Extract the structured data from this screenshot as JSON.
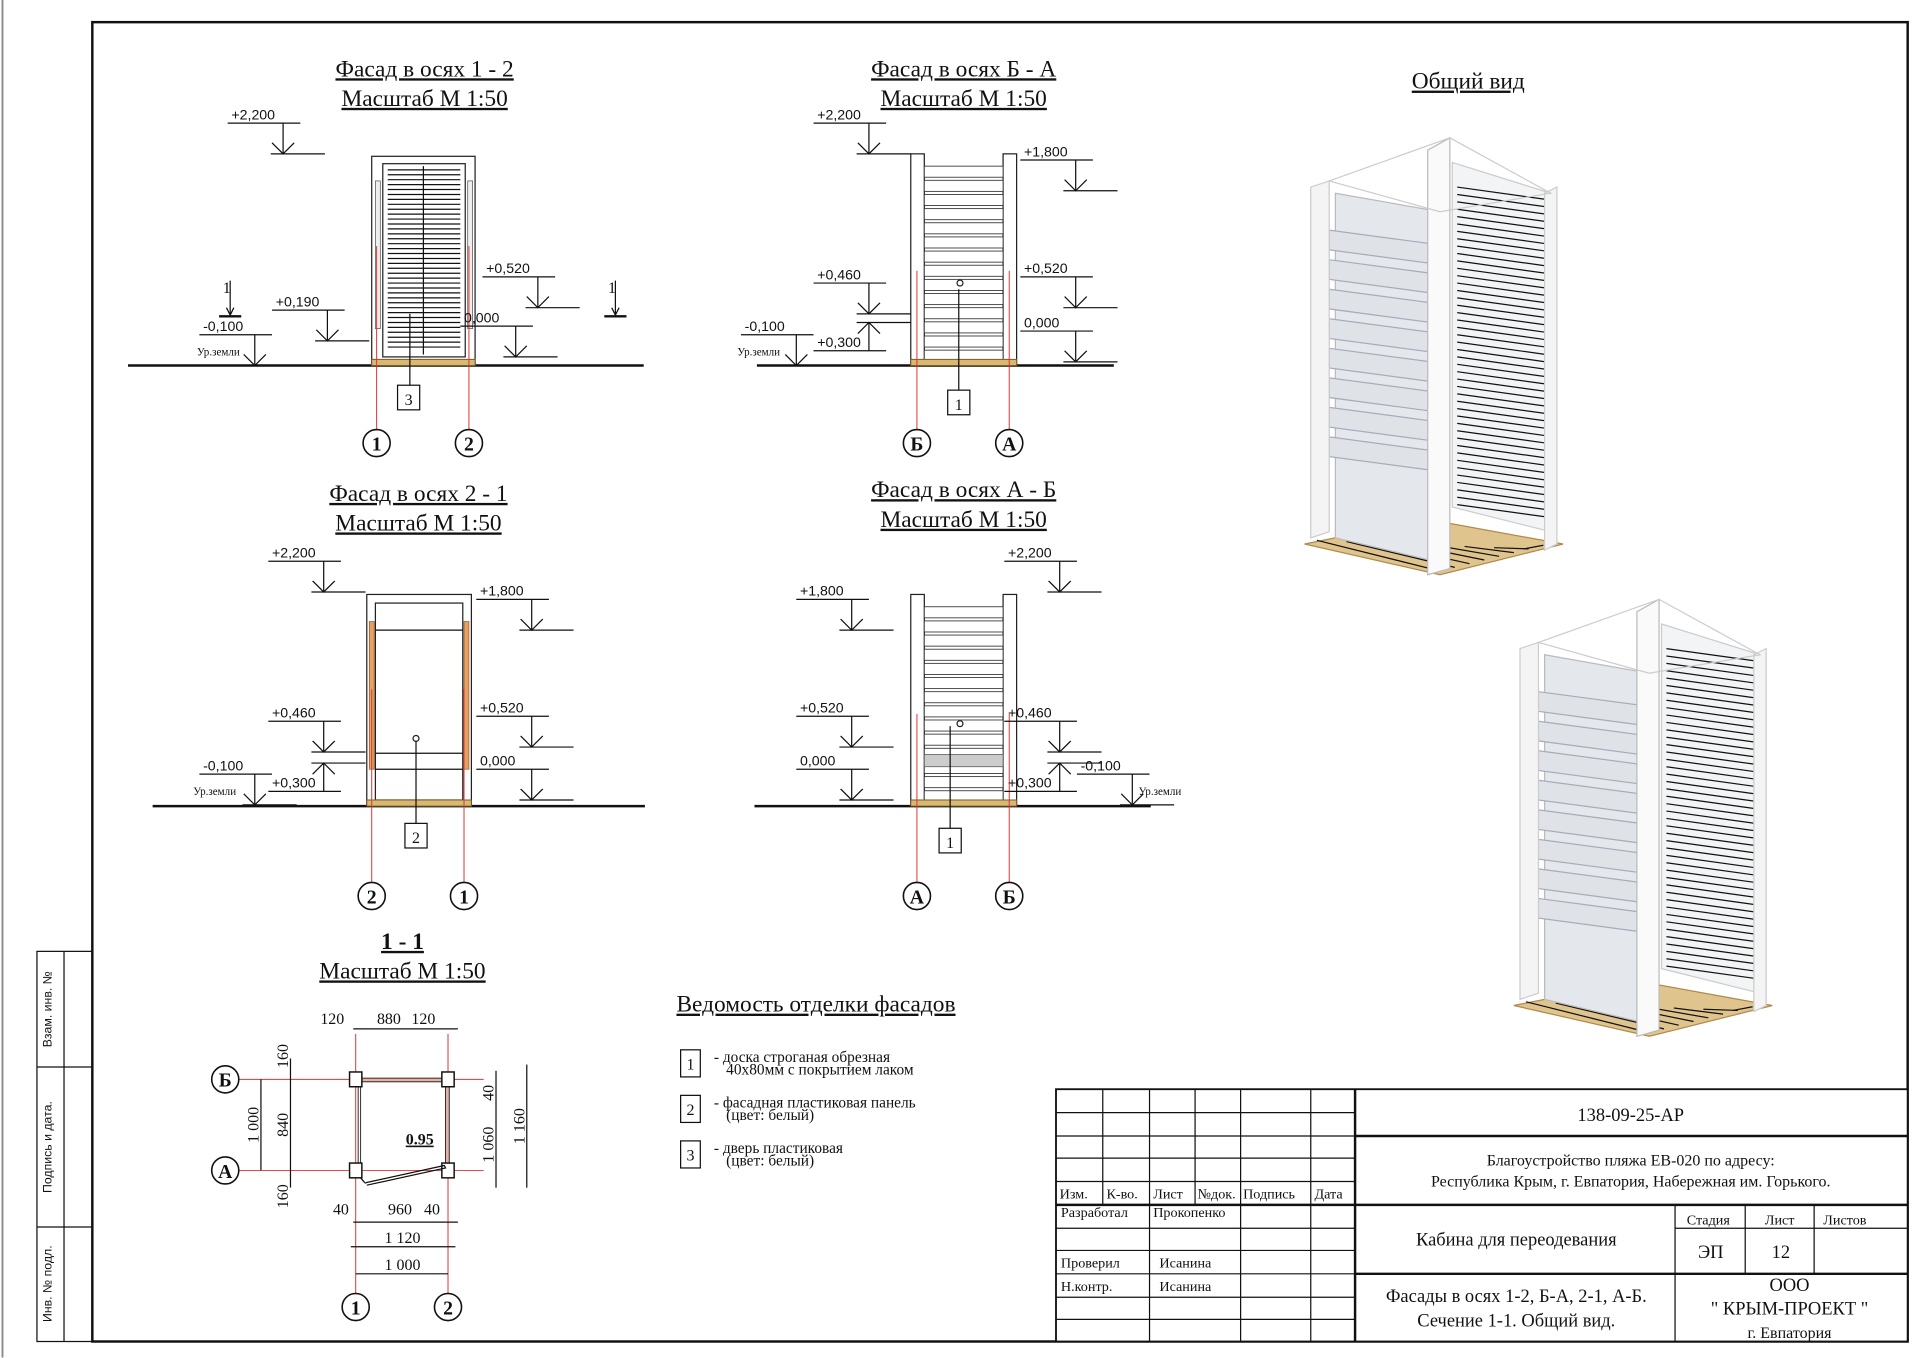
{
  "views": [
    {
      "title": "Фасад  в осях  1 - 2",
      "scale": "Масштаб  М 1:50",
      "levels": [
        "+2,200",
        "+0,190",
        "-0,100",
        "0,000",
        "+0,520"
      ],
      "axes": [
        "1",
        "2"
      ],
      "tag": "3",
      "ground_label": "Ур.земли",
      "section_marker": "1"
    },
    {
      "title": "Фасад  в осях  Б - А",
      "scale": "Масштаб  М 1:50",
      "levels": [
        "+2,200",
        "+1,800",
        "+0,460",
        "+0,300",
        "-0,100",
        "0,000",
        "+0,520"
      ],
      "axes": [
        "Б",
        "А"
      ],
      "tag": "1",
      "ground_label": "Ур.земли"
    },
    {
      "title": "Фасад  в осях  2 - 1",
      "scale": "Масштаб  М 1:50",
      "levels": [
        "+2,200",
        "+1,800",
        "+0,460",
        "+0,300",
        "-0,100",
        "+0,520",
        "0,000"
      ],
      "axes": [
        "2",
        "1"
      ],
      "tag": "2",
      "ground_label": "Ур.земли"
    },
    {
      "title": "Фасад  в осях  А - Б",
      "scale": "Масштаб  М 1:50",
      "levels": [
        "+2,200",
        "+1,800",
        "+0,520",
        "+0,460",
        "+0,300",
        "-0,100",
        "0,000"
      ],
      "axes": [
        "А",
        "Б"
      ],
      "tag": "1",
      "ground_label": "Ур.земли"
    }
  ],
  "plan": {
    "title": "1 - 1",
    "scale": "Масштаб  М 1:50",
    "axes": [
      "Б",
      "А",
      "1",
      "2"
    ],
    "dims": [
      "120",
      "880",
      "120",
      "160",
      "1 000",
      "840",
      "160",
      "1 060",
      "40",
      "1 160",
      "40",
      "960",
      "40",
      "1 120",
      "1 000"
    ],
    "area": "0.95"
  },
  "legend": {
    "title": "Ведомость отделки фасадов",
    "items": [
      {
        "num": "1",
        "line1": "-  доска строганая обрезная",
        "line2": "40х80мм с покрытием лаком"
      },
      {
        "num": "2",
        "line1": "-  фасадная пластиковая панель",
        "line2": "(цвет: белый)"
      },
      {
        "num": "3",
        "line1": "-  дверь пластиковая",
        "line2": "(цвет: белый)"
      }
    ]
  },
  "general_view": {
    "title": "Общий вид"
  },
  "stamp": [
    "Взам. инв. №",
    "Подпись  и  дата.",
    "Инв. № подл."
  ],
  "title_block": {
    "code": "138-09-25-АР",
    "address1": "Благоустройство пляжа ЕВ-020 по  адресу:",
    "address2": "Республика  Крым,  г. Евпатория,  Набережная  им. Горького.",
    "headers": [
      "Изм.",
      "К-во.",
      "Лист",
      "№док.",
      "Подпись",
      "Дата"
    ],
    "roles": [
      {
        "role": "Разработал",
        "name": "Прокопенко"
      },
      {
        "role": "Проверил",
        "name": "Исанина"
      },
      {
        "role": "Н.контр.",
        "name": "Исанина"
      }
    ],
    "object": "Кабина  для  переодевания",
    "stage_label": "Стадия",
    "sheet_label": "Лист",
    "sheets_label": "Листов",
    "stage": "ЭП",
    "sheet": "12",
    "contents1": "Фасады в осях 1-2,  Б-А,  2-1,  А-Б.",
    "contents2": "Сечение 1-1.  Общий  вид.",
    "org1": "ООО",
    "org2": "\"  КРЫМ-ПРОЕКТ \"",
    "org3": "г. Евпатория"
  }
}
